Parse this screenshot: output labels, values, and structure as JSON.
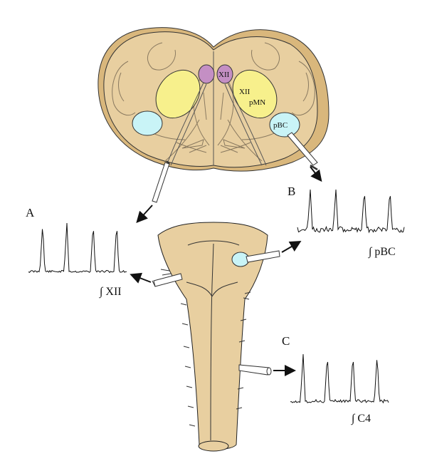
{
  "colors": {
    "tissue": "#E8CFA0",
    "tissue_dark": "#D9B77C",
    "outline": "#222222",
    "xii_nucleus": "#C48FC4",
    "pmn_nucleus": "#F7F08C",
    "pbc_nucleus": "#C9F4F7",
    "trace": "#111111"
  },
  "section": {
    "xii_label": "XII",
    "pmn_label_1": "XII",
    "pmn_label_2": "pMN",
    "pbc_label": "pBC"
  },
  "panels": [
    {
      "letter": "A",
      "trace_label": "∫ XII"
    },
    {
      "letter": "B",
      "trace_label": "∫ pBC"
    },
    {
      "letter": "C",
      "trace_label": "∫ C4"
    }
  ]
}
